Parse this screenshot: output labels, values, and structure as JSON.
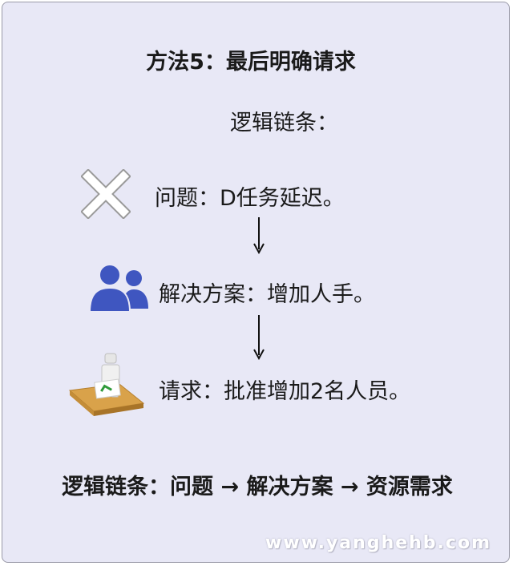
{
  "title": "方法5：最后明确请求",
  "subtitle": "逻辑链条：",
  "steps": [
    {
      "icon": "x-mark-icon",
      "text": "问题：D任务延迟。"
    },
    {
      "icon": "people-icon",
      "text": "解决方案：增加人手。"
    },
    {
      "icon": "ballot-box-icon",
      "text": "请求：批准增加2名人员。"
    }
  ],
  "summary": "逻辑链条：问题 → 解决方案 → 资源需求",
  "watermark": "www.yanghehb.com",
  "colors": {
    "background": "#e8e8f6",
    "people_icon": "#3f56c0",
    "box_icon": "#d9a24a"
  }
}
